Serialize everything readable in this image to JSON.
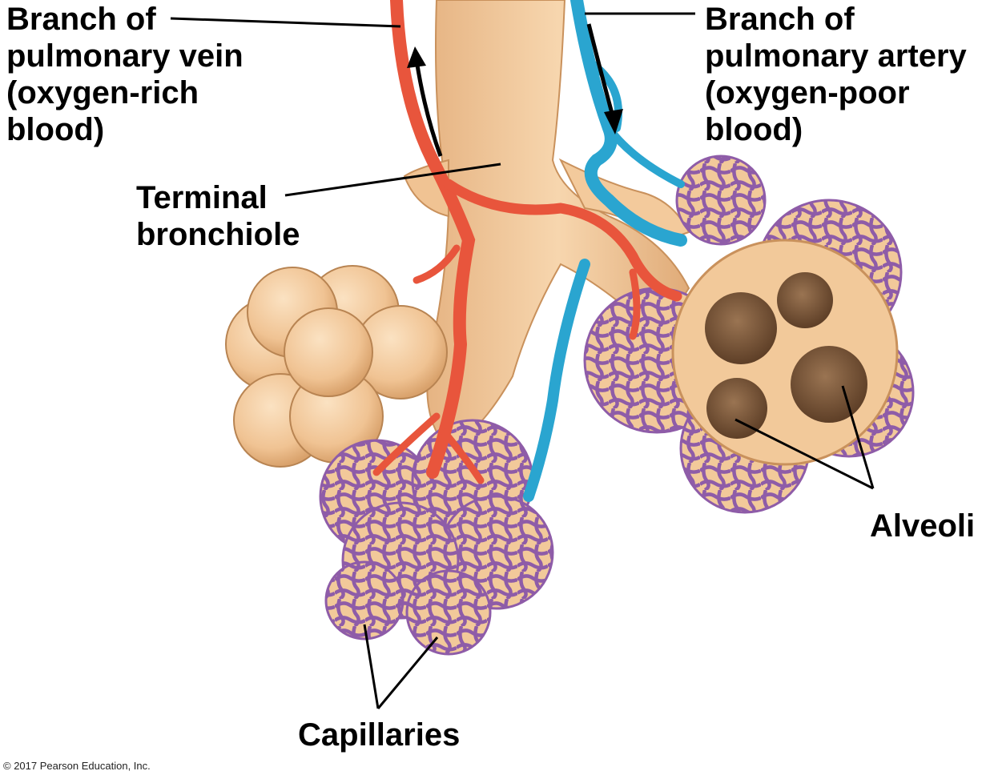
{
  "labels": {
    "vein": [
      "Branch of",
      "pulmonary vein",
      "(oxygen-rich",
      "blood)"
    ],
    "artery": [
      "Branch of",
      "pulmonary artery",
      "(oxygen-poor",
      "blood)"
    ],
    "bronchiole": [
      "Terminal",
      "bronchiole"
    ],
    "alveoli": "Alveoli",
    "capillaries": "Capillaries"
  },
  "credit": "© 2017 Pearson Education, Inc.",
  "colors": {
    "tissue": "#f2c99a",
    "tissue_shade": "#d9a673",
    "vein": "#e8553c",
    "artery": "#2aa5d0",
    "capillary": "#8a5aa6",
    "cavity": "#7a5538"
  }
}
